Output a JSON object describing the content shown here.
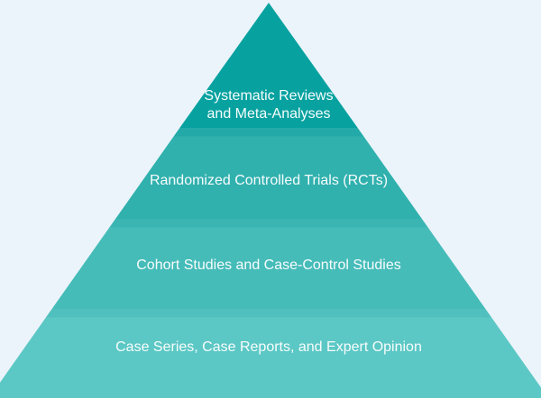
{
  "background_color": "#ECF4FB",
  "text_color": "#F7FCFC",
  "pyramid": {
    "tiers": [
      {
        "lines": [
          "Systematic Reviews",
          "and Meta-Analyses"
        ],
        "label": "Systematic Reviews and Meta-Analyses",
        "color": "#07A2A0",
        "edge_color": "#07A2A0"
      },
      {
        "label": "Randomized Controlled Trials (RCTs)",
        "color": "#30B1AE",
        "edge_color": "#23AAA8"
      },
      {
        "label": "Cohort Studies and Case-Control Studies",
        "color": "#46BCB9",
        "edge_color": "#3AB5B2"
      },
      {
        "label": "Case Series, Case Reports, and Expert Opinion",
        "color": "#5CC8C5",
        "edge_color": "#4FC0BD"
      }
    ]
  }
}
